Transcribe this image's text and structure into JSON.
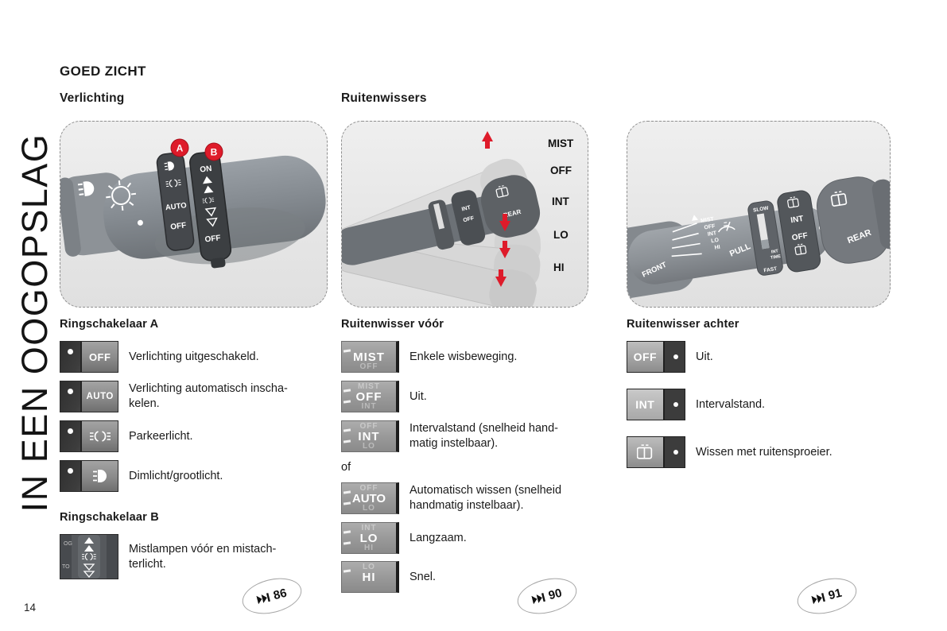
{
  "page": {
    "number": "14",
    "sidebar_text": "IN EEN OOGOPSLAG",
    "title": "GOED ZICHT"
  },
  "colors": {
    "accent_red": "#de1b2a",
    "panel_bg": "#e8e8e8",
    "stalk_gray": "#8a8f94"
  },
  "lighting": {
    "heading": "Verlichting",
    "panel": {
      "marker_a": "A",
      "marker_b": "B",
      "ring_a": [
        "AUTO",
        "OFF"
      ],
      "ring_b": [
        "ON",
        "OFF"
      ]
    },
    "section_a": {
      "heading": "Ringschakelaar A",
      "items": [
        {
          "icon": "light-off-key-icon",
          "icon_label": "OFF",
          "lines": [
            "Verlichting uitgeschakeld."
          ]
        },
        {
          "icon": "light-auto-key-icon",
          "icon_label": "AUTO",
          "lines": [
            "Verlichting automatisch inscha-",
            "kelen."
          ]
        },
        {
          "icon": "parking-light-key-icon",
          "lines": [
            "Parkeerlicht."
          ]
        },
        {
          "icon": "low-high-beam-key-icon",
          "lines": [
            "Dimlicht/grootlicht."
          ]
        }
      ]
    },
    "section_b": {
      "heading": "Ringschakelaar B",
      "items": [
        {
          "icon": "fog-ring-icon",
          "lines": [
            "Mistlampen vóór en mistach-",
            "terlicht."
          ]
        }
      ]
    },
    "page_ref": "86"
  },
  "wipers_front": {
    "heading": "Ruitenwissers",
    "panel": {
      "positions": [
        "MIST",
        "OFF",
        "INT",
        "LO",
        "HI"
      ]
    },
    "section": {
      "heading": "Ruitenwisser vóór",
      "separator": "of",
      "items": [
        {
          "above": "",
          "label": "MIST",
          "below": "OFF",
          "lines": [
            "Enkele wisbeweging."
          ]
        },
        {
          "above": "MIST",
          "label": "OFF",
          "below": "INT",
          "lines": [
            "Uit."
          ]
        },
        {
          "above": "OFF",
          "label": "INT",
          "below": "LO",
          "lines": [
            "Intervalstand (snelheid hand-",
            "matig instelbaar)."
          ]
        },
        {
          "above": "OFF",
          "label": "AUTO",
          "below": "LO",
          "lines": [
            "Automatisch wissen (snelheid",
            "handmatig instelbaar)."
          ]
        },
        {
          "above": "INT",
          "label": "LO",
          "below": "HI",
          "lines": [
            "Langzaam."
          ]
        },
        {
          "above": "LO",
          "label": "HI",
          "below": "",
          "lines": [
            "Snel."
          ]
        }
      ]
    },
    "page_ref": "90"
  },
  "wipers_rear": {
    "panel": {
      "front_label": "FRONT",
      "positions": [
        "MIST",
        "OFF",
        "INT",
        "LO",
        "HI"
      ],
      "pull_label": "PULL",
      "slow_label": "SLOW",
      "fast_label": "FAST",
      "int_label": "INT",
      "time_label": "TIME",
      "ring": [
        "INT",
        "OFF"
      ],
      "rear_label": "REAR"
    },
    "section": {
      "heading": "Ruitenwisser achter",
      "items": [
        {
          "icon": "rear-off-key-icon",
          "icon_label": "OFF",
          "lines": [
            "Uit."
          ]
        },
        {
          "icon": "rear-int-key-icon",
          "icon_label": "INT",
          "lines": [
            "Intervalstand."
          ]
        },
        {
          "icon": "rear-wash-key-icon",
          "lines": [
            "Wissen met ruitensproeier."
          ]
        }
      ]
    },
    "page_ref": "91"
  }
}
